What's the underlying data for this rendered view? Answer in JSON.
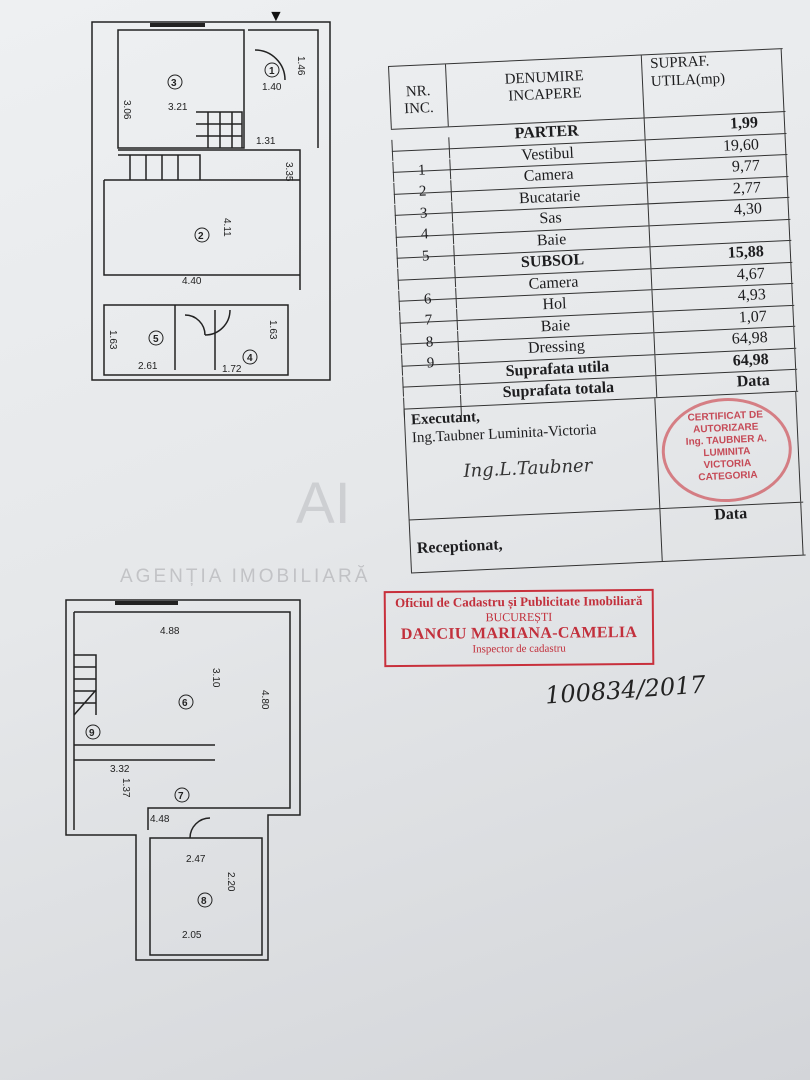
{
  "table": {
    "header": {
      "nr": [
        "NR.",
        "INC."
      ],
      "name": [
        "DENUMIRE",
        "INCAPERE"
      ],
      "area": [
        "SUPRAF.",
        "UTILA(mp)"
      ]
    },
    "rows": [
      {
        "nr": "",
        "name": "PARTER",
        "area": "1,99",
        "bold": true
      },
      {
        "nr": "1",
        "name": "Vestibul",
        "area": "19,60"
      },
      {
        "nr": "2",
        "name": "Camera",
        "area": "9,77"
      },
      {
        "nr": "3",
        "name": "Bucatarie",
        "area": "2,77"
      },
      {
        "nr": "4",
        "name": "Sas",
        "area": "4,30"
      },
      {
        "nr": "5",
        "name": "Baie",
        "area": ""
      },
      {
        "nr": "",
        "name": "SUBSOL",
        "area": "15,88",
        "bold": true
      },
      {
        "nr": "6",
        "name": "Camera",
        "area": "4,67"
      },
      {
        "nr": "7",
        "name": "Hol",
        "area": "4,93"
      },
      {
        "nr": "8",
        "name": "Baie",
        "area": "1,07"
      },
      {
        "nr": "9",
        "name": "Dressing",
        "area": "64,98"
      },
      {
        "nr": "",
        "name": "Suprafata utila",
        "area": "64,98",
        "bold": true
      },
      {
        "nr": "",
        "name": "Suprafata totala",
        "area": "Data",
        "bold": true
      }
    ],
    "executant_label": "Executant,",
    "executant_name": "Ing.Taubner Luminita-Victoria",
    "receptionat_label": "Receptionat,",
    "data_label": "Data"
  },
  "seal": {
    "lines": [
      "CERTIFICAT DE AUTORIZARE",
      "Ing. TAUBNER A.",
      "LUMINITA",
      "VICTORIA",
      "CATEGORIA"
    ]
  },
  "signature": "Ing.L.Taubner",
  "stamp": {
    "line1": "Oficiul de Cadastru și Publicitate Imobiliară",
    "line2": "BUCUREȘTI",
    "line3": "DANCIU MARIANA-CAMELIA",
    "line4": "Inspector de cadastru"
  },
  "handwritten_number": "100834/2017",
  "watermark": {
    "logo": "AI",
    "text": "AGENȚIA IMOBILIARĂ"
  },
  "plan_parter": {
    "rooms": [
      "1",
      "2",
      "3",
      "4",
      "5"
    ],
    "dims": [
      "3.06",
      "3.21",
      "1.40",
      "1.46",
      "1.31",
      "3.35",
      "4.11",
      "4.40",
      "1.63",
      "2.61",
      "1.72",
      "1.63"
    ]
  },
  "plan_subsol": {
    "rooms": [
      "6",
      "7",
      "8",
      "9"
    ],
    "dims": [
      "4.88",
      "3.10",
      "4.80",
      "3.32",
      "1.37",
      "4.48",
      "2.47",
      "2.20",
      "2.05"
    ]
  },
  "colors": {
    "stamp_red": "#c2303c",
    "ink": "#1d1d1f",
    "paper": "#e8eaec"
  }
}
